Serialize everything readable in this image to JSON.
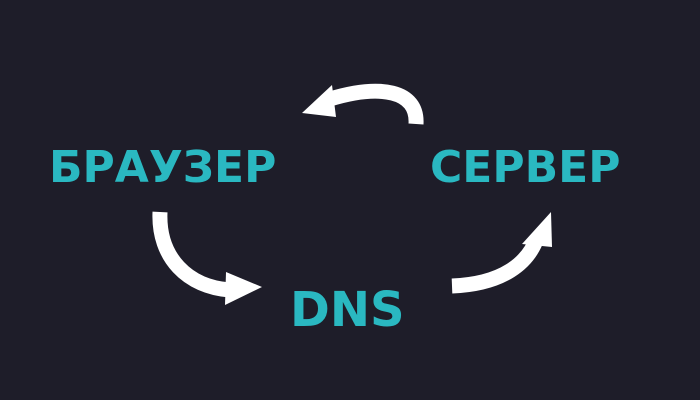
{
  "diagram": {
    "nodes": {
      "browser": "БРАУЗЕР",
      "server": "СЕРВЕР",
      "dns": "DNS"
    },
    "edges": [
      {
        "from": "browser",
        "to": "dns"
      },
      {
        "from": "dns",
        "to": "server"
      },
      {
        "from": "server",
        "to": "browser"
      }
    ],
    "colors": {
      "background": "#1e1d29",
      "node_text": "#2ab8c1",
      "arrow": "#ffffff"
    }
  }
}
